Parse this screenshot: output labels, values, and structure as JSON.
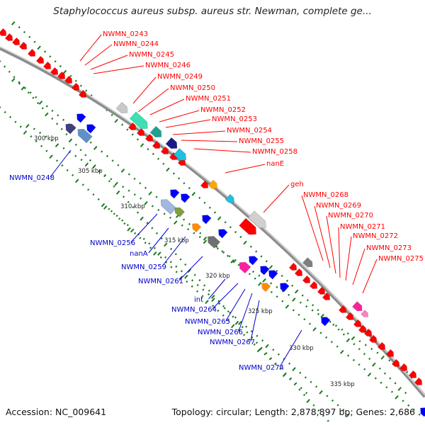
{
  "title": "Staphylococcus aureus subsp. aureus str. Newman, complete ge...",
  "footer": {
    "accession": "Accession: NC_009641",
    "topology": "Topology: circular; Length: 2,878,897 bp; Genes: 2,686"
  },
  "colors": {
    "forward_label": "#ff0000",
    "reverse_label": "#0000cc",
    "backbone": "#9a9a9a",
    "tick": "#1a7a1a"
  },
  "scale_labels": [
    "300 kbp",
    "305 kbp",
    "310 kbp",
    "315 kbp",
    "320 kbp",
    "325 kbp",
    "330 kbp",
    "335 kbp"
  ],
  "forward_labels": [
    "NWMN_0243",
    "NWMN_0244",
    "NWMN_0245",
    "NWMN_0246",
    "NWMN_0249",
    "NWMN_0250",
    "NWMN_0251",
    "NWMN_0252",
    "NWMN_0253",
    "NWMN_0254",
    "NWMN_0255",
    "NWMN_0258",
    "nanE",
    "geh",
    "NWMN_0268",
    "NWMN_0269",
    "NWMN_0270",
    "NWMN_0271",
    "NWMN_0272",
    "NWMN_0273",
    "NWMN_0275"
  ],
  "reverse_labels": [
    "NWMN_0248",
    "NWMN_0256",
    "nanA",
    "NWMN_0259",
    "NWMN_0261",
    "int",
    "NWMN_0264",
    "NWMN_0265",
    "NWMN_0266",
    "NWMN_0267",
    "NWMN_0274"
  ]
}
